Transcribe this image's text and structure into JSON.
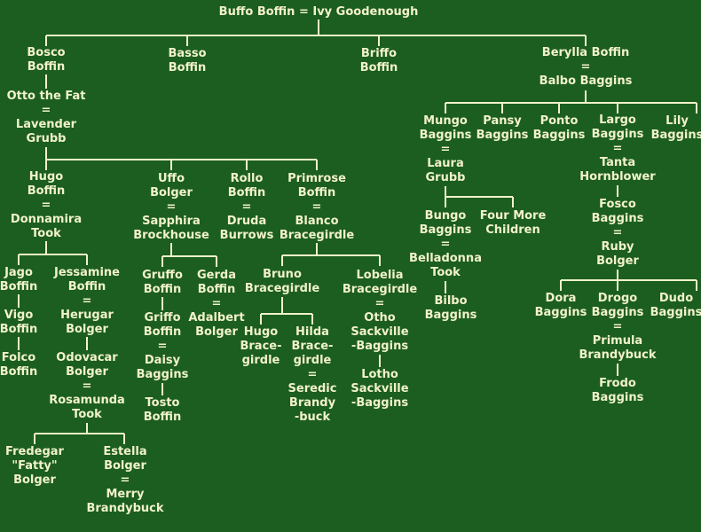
{
  "people": {
    "root": "Buffo Boffin = Ivy Goodenough",
    "bosco": "Bosco\nBoffin",
    "basso": "Basso\nBoffin",
    "briffo": "Briffo\nBoffin",
    "berylla": "Berylla Boffin\n=\nBalbo Baggins",
    "otto": "Otto the Fat\n=\nLavender\nGrubb",
    "hugo_boffin": "Hugo\nBoffin\n=\nDonnamira\nTook",
    "uffo": "Uffo\nBolger\n=\nSapphira\nBrockhouse",
    "rollo": "Rollo\nBoffin\n=\nDruda\nBurrows",
    "primrose": "Primrose\nBoffin\n=\nBlanco\nBracegirdle",
    "jago": "Jago\nBoffin",
    "vigo": "Vigo\nBoffin",
    "folco": "Folco\nBoffin",
    "jessamine": "Jessamine\nBoffin\n=\nHerugar\nBolger",
    "odovacar": "Odovacar\nBolger\n=\nRosamunda\nTook",
    "fredegar": "Fredegar\n\"Fatty\"\nBolger",
    "estella": "Estella\nBolger\n=\nMerry\nBrandybuck",
    "gruffo": "Gruffo\nBoffin",
    "griffo": "Griffo\nBoffin\n=\nDaisy\nBaggins",
    "tosto": "Tosto\nBoffin",
    "gerda": "Gerda\nBoffin\n=\nAdalbert\nBolger",
    "bruno": "Bruno\nBracegirdle",
    "hugo_brace": "Hugo\nBrace-\ngirdle",
    "hilda": "Hilda\nBrace-\ngirdle\n=\nSeredic\nBrandy\n-buck",
    "lobelia": "Lobelia\nBracegirdle\n=\nOtho\nSackville\n-Baggins",
    "lotho": "Lotho\nSackville\n-Baggins",
    "mungo": "Mungo\nBaggins\n=\nLaura\nGrubb",
    "pansy": "Pansy\nBaggins",
    "ponto": "Ponto\nBaggins",
    "largo": "Largo\nBaggins\n=\nTanta\nHornblower",
    "lily": "Lily\nBaggins",
    "bungo": "Bungo\nBaggins\n=\nBelladonna\nTook",
    "bilbo": "Bilbo\nBaggins",
    "four_more": "Four More\nChildren",
    "fosco": "Fosco\nBaggins\n=\nRuby\nBolger",
    "dora": "Dora\nBaggins",
    "drogo": "Drogo\nBaggins\n=\nPrimula\nBrandybuck",
    "dudo": "Dudo\nBaggins",
    "frodo": "Frodo\nBaggins"
  }
}
